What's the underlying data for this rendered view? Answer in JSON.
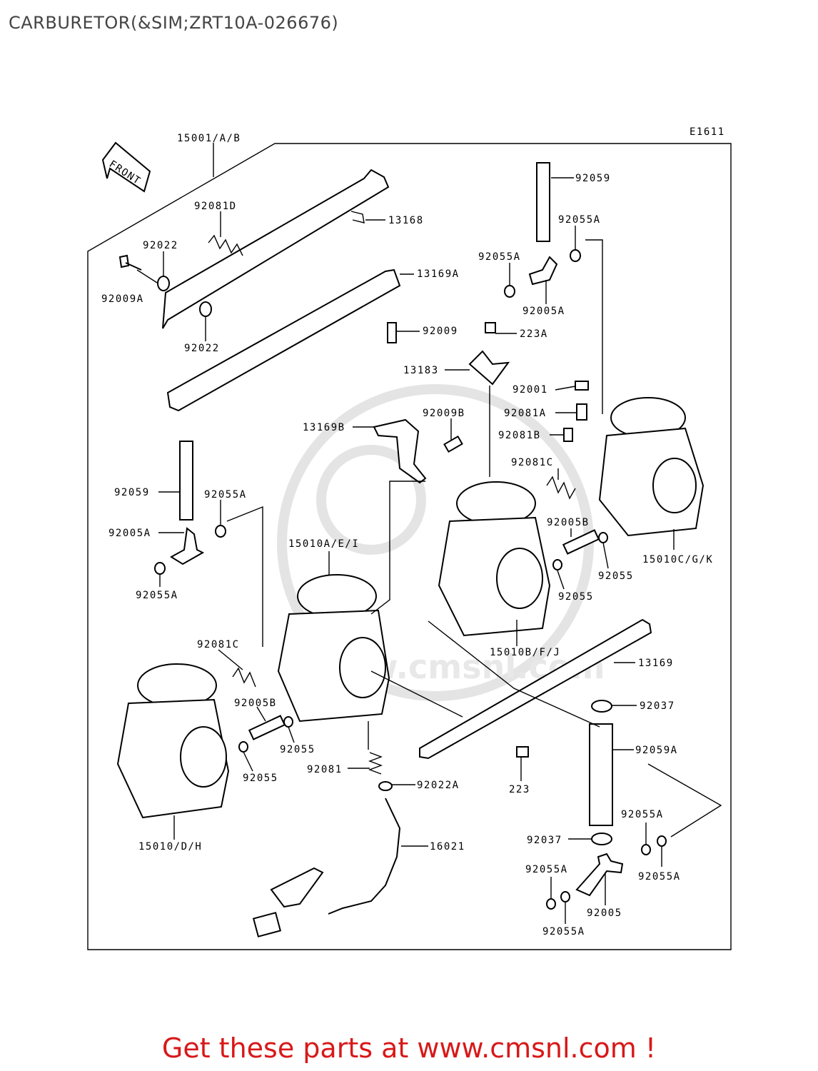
{
  "title": "CARBURETOR(&SIM;ZRT10A-026676)",
  "figure_code": "E1611",
  "front_label": "FRONT",
  "footer": "Get these parts at www.cmsnl.com !",
  "watermark": "www.cmsnl.com",
  "labels": {
    "p15001": "15001/A/B",
    "p92081D": "92081D",
    "p13168": "13168",
    "p92022_top": "92022",
    "p92009A": "92009A",
    "p92022_bot": "92022",
    "p13169A": "13169A",
    "p92009": "92009",
    "p92059_top": "92059",
    "p92055A_tr": "92055A",
    "p92055A_tm": "92055A",
    "p92005A_top": "92005A",
    "p223A": "223A",
    "p13183": "13183",
    "p92001": "92001",
    "p92081A": "92081A",
    "p92081B": "92081B",
    "p92081C_r": "92081C",
    "p13169B": "13169B",
    "p92009B": "92009B",
    "p92059_left": "92059",
    "p92055A_left": "92055A",
    "p92005A_left": "92005A",
    "p92055A_left2": "92055A",
    "p15010AEI": "15010A/E/I",
    "p92005B_r": "92005B",
    "p92055_r1": "92055",
    "p92055_r2": "92055",
    "p15010CGK": "15010C/G/K",
    "p15010BFJ": "15010B/F/J",
    "p13169": "13169",
    "p92081C_l": "92081C",
    "p92005B_l": "92005B",
    "p92055_l1": "92055",
    "p92055_l2": "92055",
    "p92081": "92081",
    "p92022A": "92022A",
    "p223": "223",
    "p92037_top": "92037",
    "p92059A": "92059A",
    "p92055A_br1": "92055A",
    "p92037_bot": "92037",
    "p92055A_br2": "92055A",
    "p92055A_bl": "92055A",
    "p92005": "92005",
    "p92055A_bb": "92055A",
    "p15010DH": "15010/D/H",
    "p16021": "16021"
  }
}
